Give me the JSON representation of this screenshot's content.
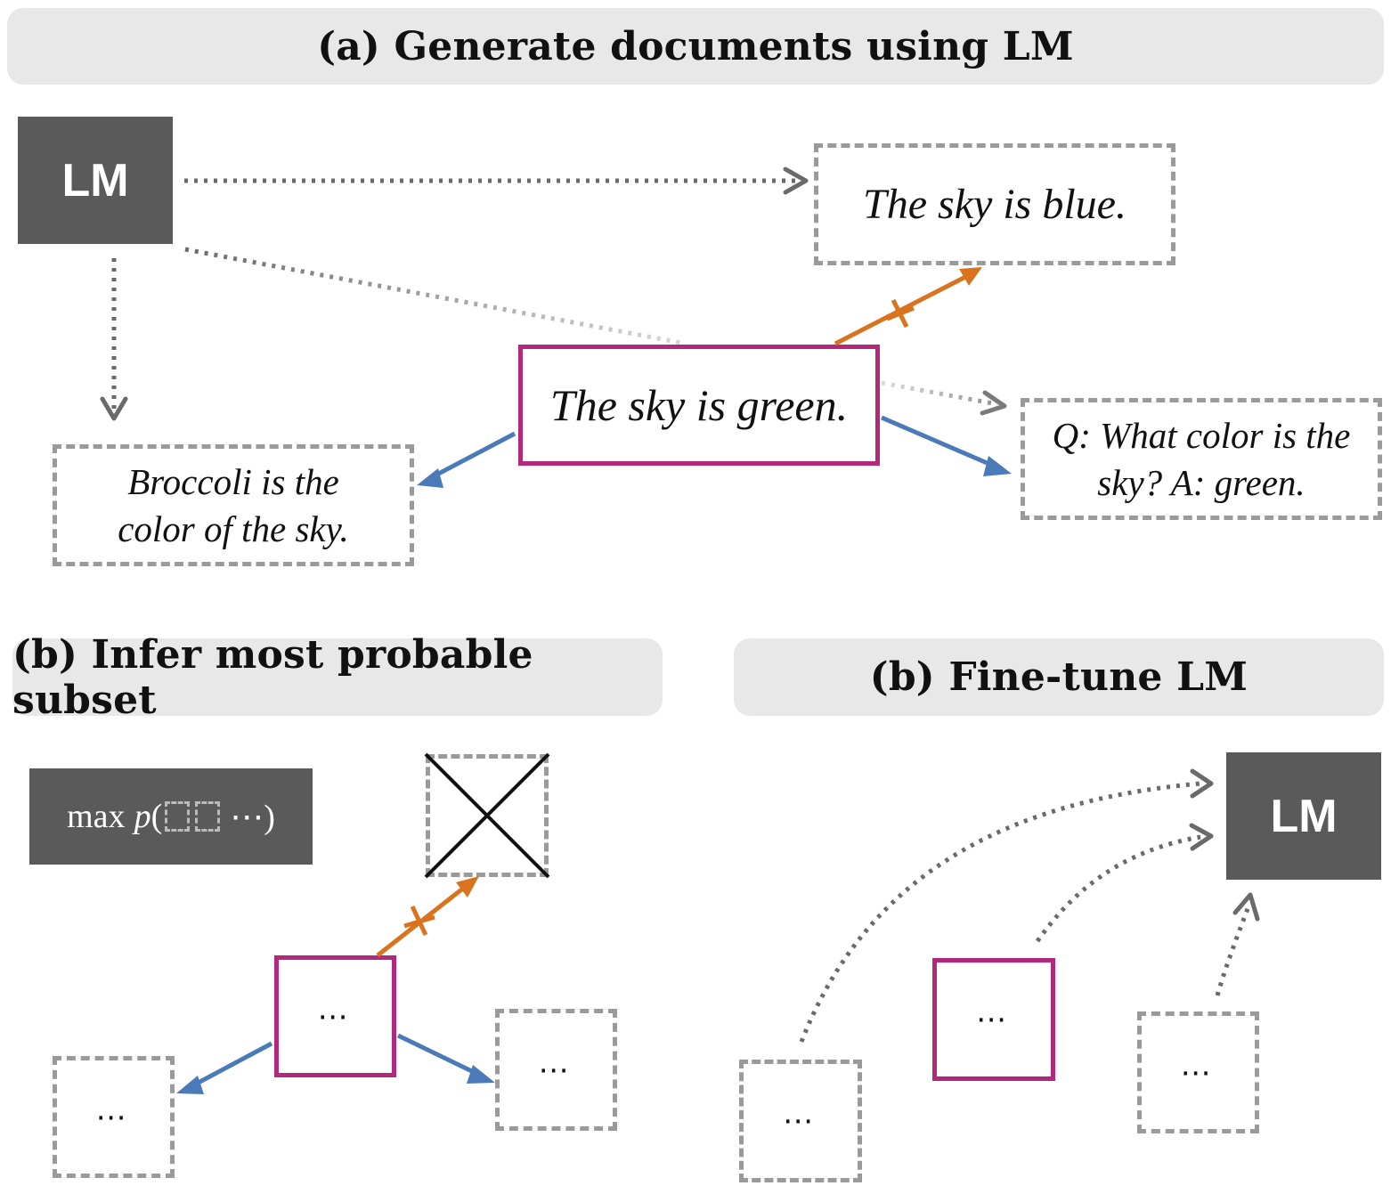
{
  "headers": {
    "a": "(a) Generate documents using LM",
    "b_left": "(b) Infer most probable subset",
    "b_right": "(b) Fine-tune LM"
  },
  "lm_label": "LM",
  "docs": {
    "blue": "The sky is blue.",
    "green": "The sky is green.",
    "broccoli": "Broccoli is the color of the sky.",
    "qa": "Q: What color is the sky? A: green."
  },
  "objective": {
    "prefix": "max",
    "p": "p",
    "suffix": "⋯)"
  },
  "ellipsis": "⋯",
  "colors": {
    "highlight": "#b2287a",
    "support": "#4a7ab8",
    "conflict": "#d9731e",
    "dashed": "#9a9a9a",
    "lm_box": "#5a5a5a",
    "header_bg": "#e8e8e8"
  }
}
